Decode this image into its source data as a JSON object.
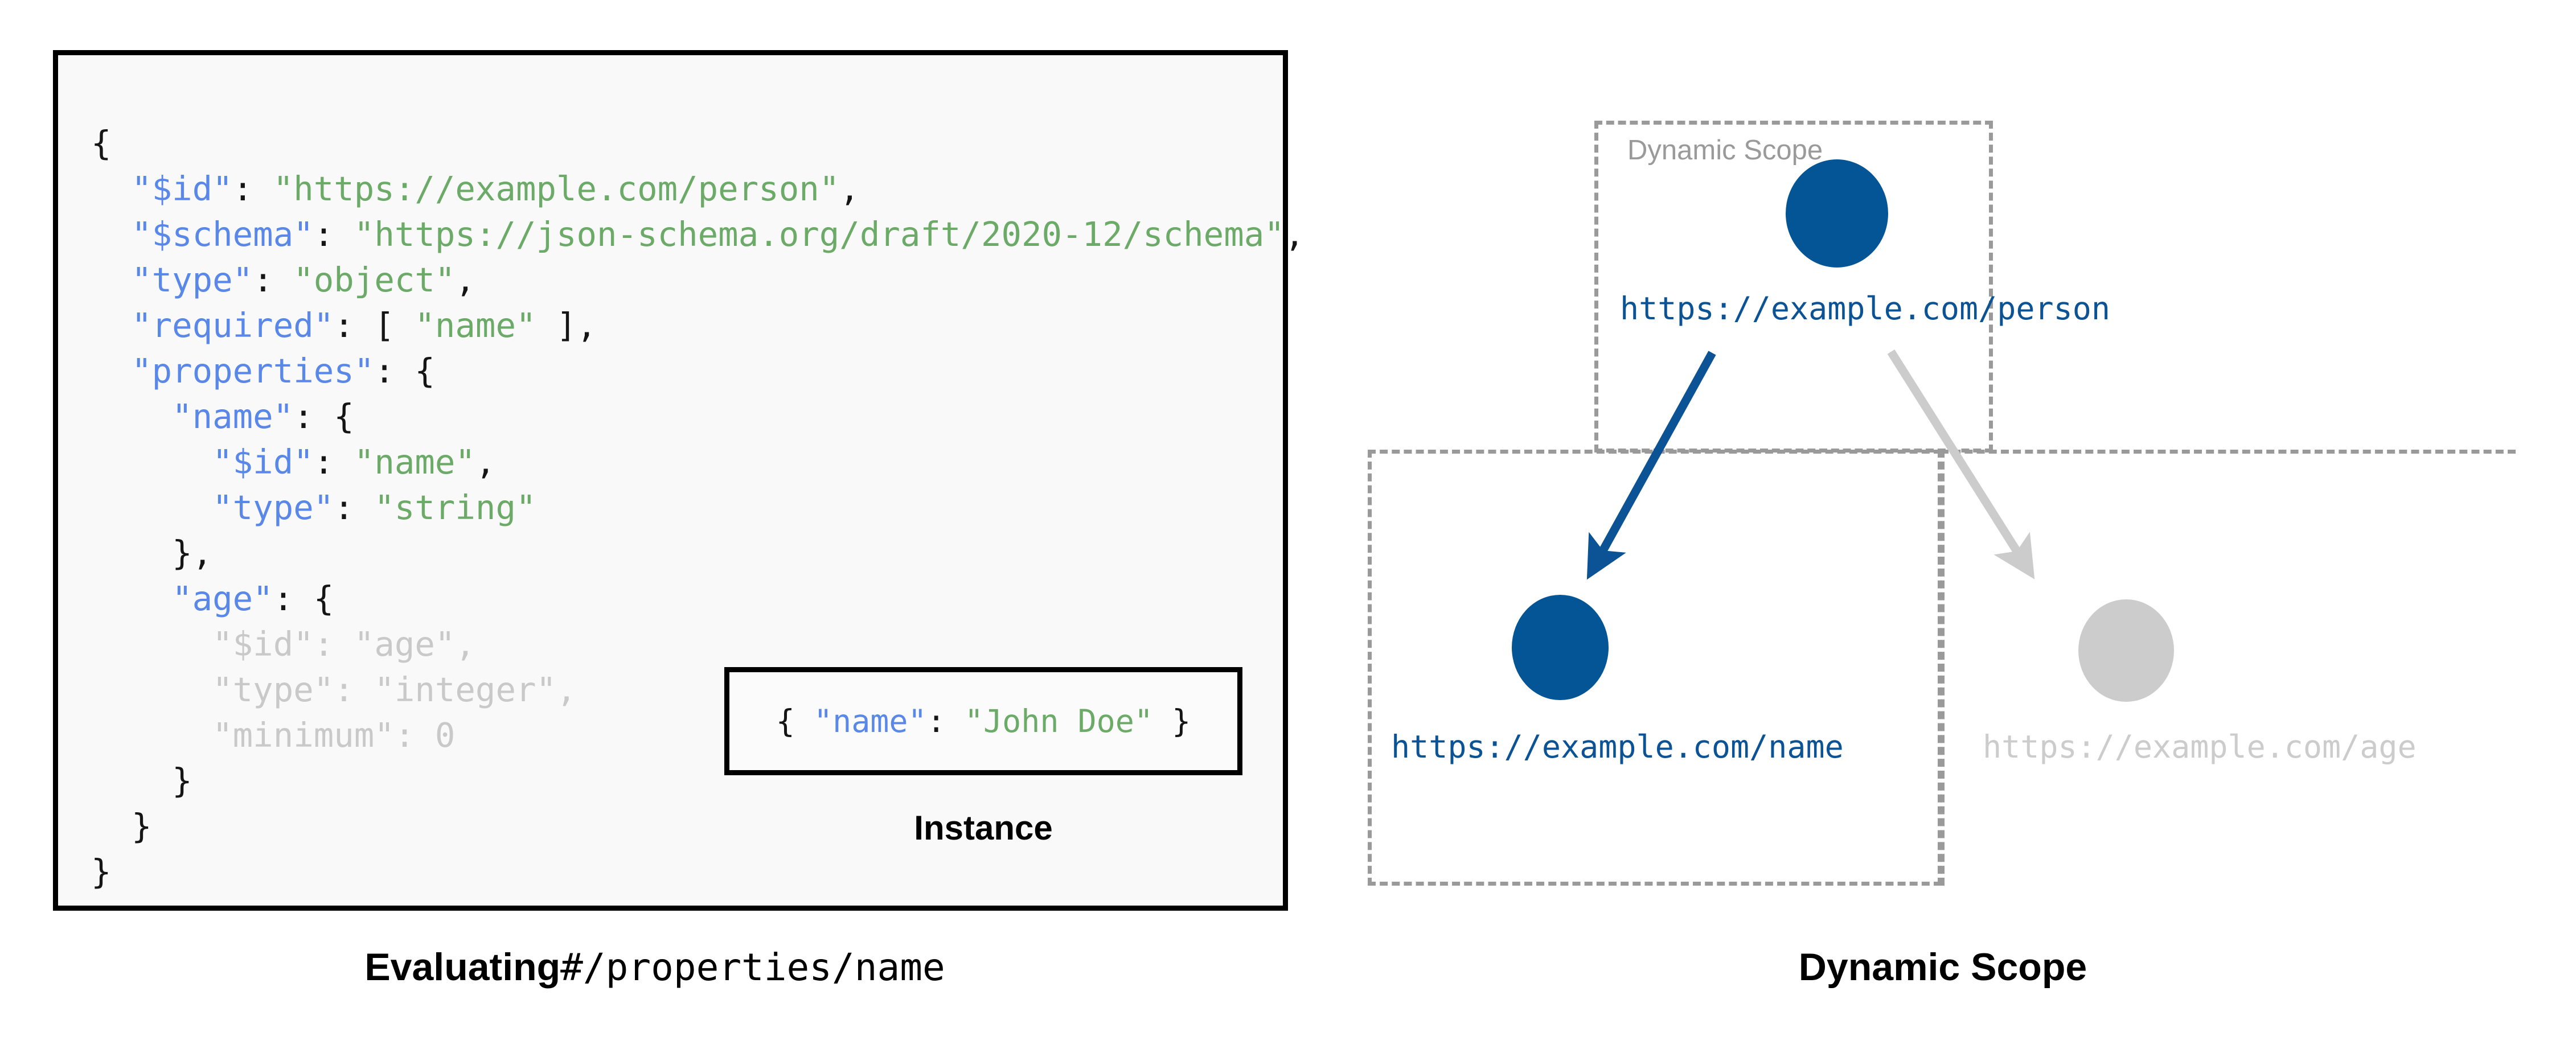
{
  "left": {
    "caption_bold": "Evaluating",
    "caption_mono": "#/properties/name",
    "instance_caption": "Instance",
    "instance_code": {
      "open": "{ ",
      "key": "\"name\"",
      "colon": ": ",
      "value": "\"John Doe\"",
      "close": " }"
    },
    "schema_lines": [
      {
        "indent": "",
        "tokens": [
          {
            "t": "{",
            "c": "punct"
          }
        ]
      },
      {
        "indent": "  ",
        "tokens": [
          {
            "t": "\"$id\"",
            "c": "key"
          },
          {
            "t": ": ",
            "c": "punct"
          },
          {
            "t": "\"https://example.com/person\"",
            "c": "str"
          },
          {
            "t": ",",
            "c": "punct"
          }
        ]
      },
      {
        "indent": "  ",
        "tokens": [
          {
            "t": "\"$schema\"",
            "c": "key"
          },
          {
            "t": ": ",
            "c": "punct"
          },
          {
            "t": "\"https://json-schema.org/draft/2020-12/schema\"",
            "c": "str"
          },
          {
            "t": ",",
            "c": "punct"
          }
        ]
      },
      {
        "indent": "  ",
        "tokens": [
          {
            "t": "\"type\"",
            "c": "key"
          },
          {
            "t": ": ",
            "c": "punct"
          },
          {
            "t": "\"object\"",
            "c": "str"
          },
          {
            "t": ",",
            "c": "punct"
          }
        ]
      },
      {
        "indent": "  ",
        "tokens": [
          {
            "t": "\"required\"",
            "c": "key"
          },
          {
            "t": ": [ ",
            "c": "punct"
          },
          {
            "t": "\"name\"",
            "c": "str"
          },
          {
            "t": " ],",
            "c": "punct"
          }
        ]
      },
      {
        "indent": "  ",
        "tokens": [
          {
            "t": "\"properties\"",
            "c": "key"
          },
          {
            "t": ": {",
            "c": "punct"
          }
        ]
      },
      {
        "indent": "    ",
        "tokens": [
          {
            "t": "\"name\"",
            "c": "key"
          },
          {
            "t": ": {",
            "c": "punct"
          }
        ]
      },
      {
        "indent": "      ",
        "tokens": [
          {
            "t": "\"$id\"",
            "c": "key"
          },
          {
            "t": ": ",
            "c": "punct"
          },
          {
            "t": "\"name\"",
            "c": "str"
          },
          {
            "t": ",",
            "c": "punct"
          }
        ]
      },
      {
        "indent": "      ",
        "tokens": [
          {
            "t": "\"type\"",
            "c": "key"
          },
          {
            "t": ": ",
            "c": "punct"
          },
          {
            "t": "\"string\"",
            "c": "str"
          }
        ]
      },
      {
        "indent": "    ",
        "tokens": [
          {
            "t": "},",
            "c": "punct"
          }
        ]
      },
      {
        "indent": "    ",
        "tokens": [
          {
            "t": "\"age\"",
            "c": "key"
          },
          {
            "t": ": {",
            "c": "punct"
          }
        ]
      },
      {
        "indent": "      ",
        "tokens": [
          {
            "t": "\"$id\"",
            "c": "dim"
          },
          {
            "t": ": ",
            "c": "dim"
          },
          {
            "t": "\"age\"",
            "c": "dim"
          },
          {
            "t": ",",
            "c": "dim"
          }
        ]
      },
      {
        "indent": "      ",
        "tokens": [
          {
            "t": "\"type\"",
            "c": "dim"
          },
          {
            "t": ": ",
            "c": "dim"
          },
          {
            "t": "\"integer\"",
            "c": "dim"
          },
          {
            "t": ",",
            "c": "dim"
          }
        ]
      },
      {
        "indent": "      ",
        "tokens": [
          {
            "t": "\"minimum\"",
            "c": "dim"
          },
          {
            "t": ": ",
            "c": "dim"
          },
          {
            "t": "0",
            "c": "dim"
          }
        ]
      },
      {
        "indent": "    ",
        "tokens": [
          {
            "t": "}",
            "c": "punct"
          }
        ]
      },
      {
        "indent": "  ",
        "tokens": [
          {
            "t": "}",
            "c": "punct"
          }
        ]
      },
      {
        "indent": "",
        "tokens": [
          {
            "t": "}",
            "c": "punct"
          }
        ]
      }
    ]
  },
  "right": {
    "caption": "Dynamic Scope",
    "scope_label": "Dynamic Scope",
    "nodes": [
      {
        "id": "person",
        "label": "https://example.com/person",
        "state": "active"
      },
      {
        "id": "name",
        "label": "https://example.com/name",
        "state": "active"
      },
      {
        "id": "age",
        "label": "https://example.com/age",
        "state": "inactive"
      }
    ]
  },
  "colors": {
    "accent_blue": "#045595",
    "label_blue": "#0b5394",
    "inactive_grey": "#cccccc",
    "dash_grey": "#9a9a9a",
    "code_key": "#5a88e8",
    "code_string": "#6caa68",
    "code_dim": "#c9c9c9",
    "code_bg": "#f9f9f9"
  }
}
